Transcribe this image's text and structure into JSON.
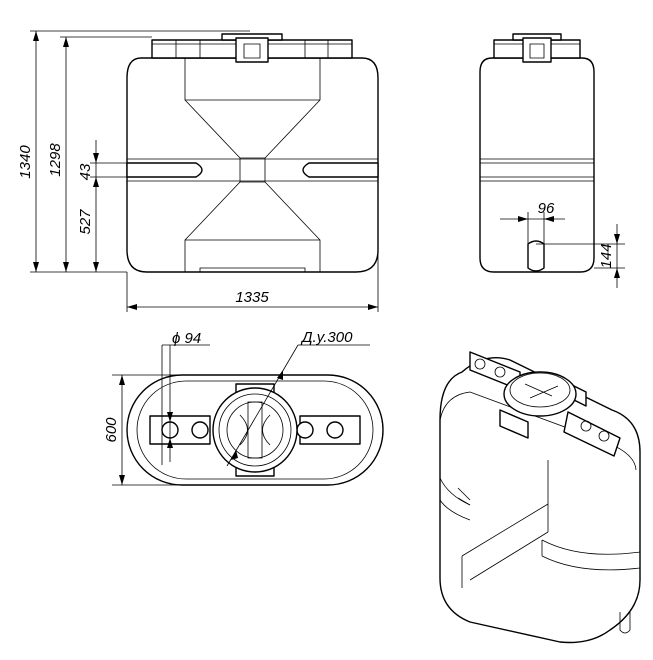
{
  "dimensions": {
    "height_total": "1340",
    "height_body": "1298",
    "height_slot": "43",
    "height_lower": "527",
    "width_total": "1335",
    "outlet_width": "96",
    "outlet_height": "144",
    "hole_diameter": "ϕ 94",
    "nominal_diameter": "Д.у.300",
    "depth": "600"
  },
  "colors": {
    "line": "#000000",
    "background": "#ffffff"
  }
}
